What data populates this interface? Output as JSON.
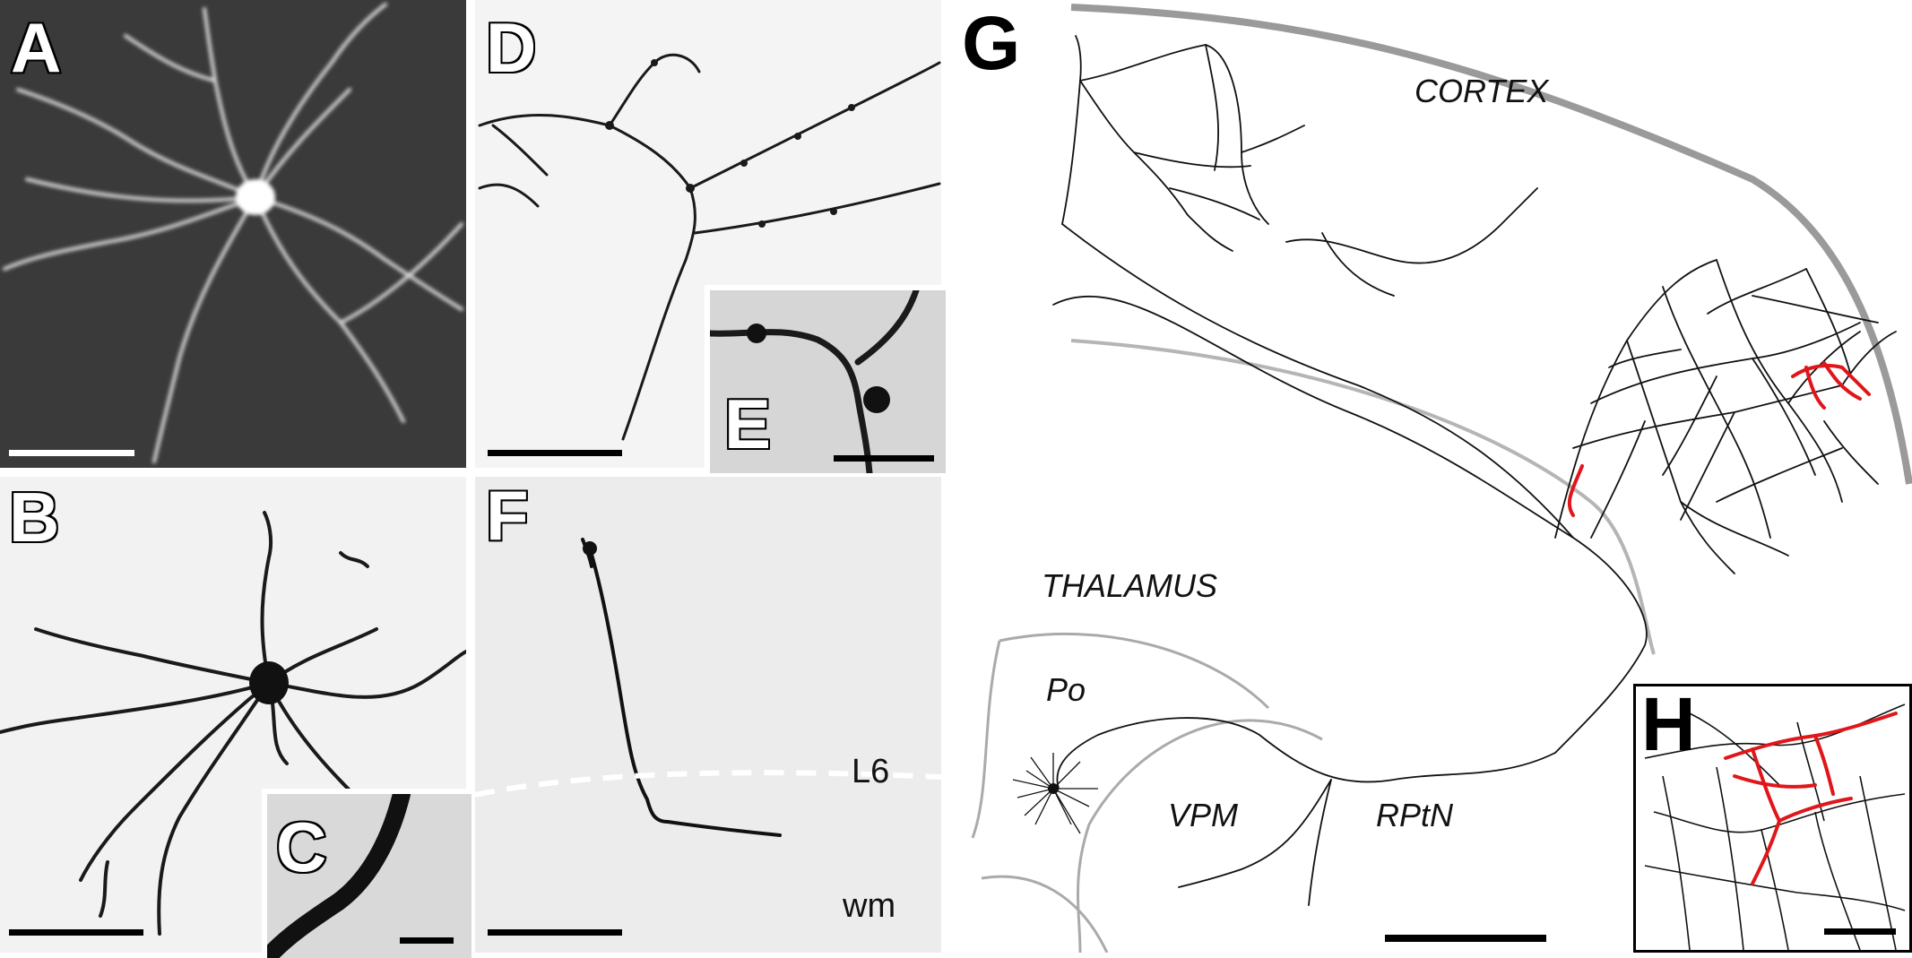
{
  "panels": {
    "A": {
      "label": "A"
    },
    "B": {
      "label": "B"
    },
    "C": {
      "label": "C"
    },
    "D": {
      "label": "D"
    },
    "E": {
      "label": "E"
    },
    "F": {
      "label": "F",
      "layer_top": "L6",
      "layer_bottom": "wm"
    },
    "G": {
      "label": "G",
      "cortex": "CORTEX",
      "thalamus": "THALAMUS",
      "po": "Po",
      "vpm": "VPM",
      "rptn": "RPtN"
    },
    "H": {
      "label": "H"
    }
  },
  "colors": {
    "background_dark": "#3a3a3a",
    "trace_black": "#111111",
    "highlight_red": "#e0161b",
    "boundary_gray": "#9a9a9a"
  }
}
